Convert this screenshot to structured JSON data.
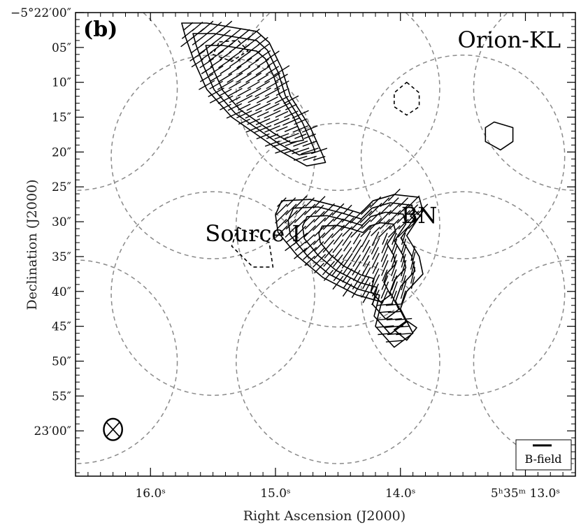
{
  "chart_data": {
    "type": "contour",
    "panel_label": "(b)",
    "xlabel": "Right Ascension (J2000)",
    "ylabel": "Declination (J2000)",
    "xlim": [
      16.6,
      12.6
    ],
    "ylim": [
      -1386.5,
      -1320
    ],
    "x_ticks": [
      {
        "value": 16.0,
        "label": "16.0ˢ"
      },
      {
        "value": 15.0,
        "label": "15.0ˢ"
      },
      {
        "value": 14.0,
        "label": "14.0ˢ"
      },
      {
        "value": 13.0,
        "label": "5ʰ35ᵐ 13.0ˢ"
      }
    ],
    "y_ticks": [
      {
        "value": -1320,
        "label": "−5°22′00″"
      },
      {
        "value": -1325,
        "label": "05″"
      },
      {
        "value": -1330,
        "label": "10″"
      },
      {
        "value": -1335,
        "label": "15″"
      },
      {
        "value": -1340,
        "label": "20″"
      },
      {
        "value": -1345,
        "label": "25″"
      },
      {
        "value": -1350,
        "label": "30″"
      },
      {
        "value": -1355,
        "label": "35″"
      },
      {
        "value": -1360,
        "label": "40″"
      },
      {
        "value": -1365,
        "label": "45″"
      },
      {
        "value": -1370,
        "label": "50″"
      },
      {
        "value": -1375,
        "label": "55″"
      },
      {
        "value": -1380,
        "label": "23′00″"
      }
    ],
    "annotations": [
      {
        "text": "Orion-KL",
        "x": 13.13,
        "y": -1323.9
      },
      {
        "text": "BN",
        "x": 13.85,
        "y": -1349.1
      },
      {
        "text": "Source I",
        "x": 15.18,
        "y": -1351.7
      }
    ],
    "legend": {
      "label": "B-field",
      "position": "bottom-right"
    },
    "pointings": [
      {
        "ra": 14.5,
        "dec": -1350.5,
        "radius": 14.6
      },
      {
        "ra": 13.5,
        "dec": -1340.7,
        "radius": 14.6
      },
      {
        "ra": 15.5,
        "dec": -1340.7,
        "radius": 14.6
      },
      {
        "ra": 13.5,
        "dec": -1360.3,
        "radius": 14.6
      },
      {
        "ra": 15.5,
        "dec": -1360.3,
        "radius": 14.6
      },
      {
        "ra": 14.5,
        "dec": -1330.9,
        "radius": 14.6
      },
      {
        "ra": 14.5,
        "dec": -1370.1,
        "radius": 14.6
      },
      {
        "ra": 12.6,
        "dec": -1330.9,
        "radius": 14.6
      },
      {
        "ra": 16.6,
        "dec": -1330.9,
        "radius": 14.6
      },
      {
        "ra": 12.6,
        "dec": -1370.1,
        "radius": 14.6
      },
      {
        "ra": 16.6,
        "dec": -1370.1,
        "radius": 14.6
      }
    ],
    "beam": {
      "ra": 16.3,
      "dec": -1379.8,
      "major_arcsec": 2.8,
      "minor_arcsec": 2.4
    },
    "source_polygons": {
      "northern_filament": [
        [
          15.75,
          -1321.5
        ],
        [
          15.55,
          -1321.5
        ],
        [
          15.15,
          -1322.7
        ],
        [
          15.05,
          -1324.3
        ],
        [
          14.95,
          -1328.0
        ],
        [
          14.88,
          -1332.0
        ],
        [
          14.72,
          -1336.5
        ],
        [
          14.62,
          -1340.5
        ],
        [
          14.6,
          -1341.5
        ],
        [
          14.75,
          -1342.0
        ],
        [
          14.95,
          -1340.0
        ],
        [
          15.15,
          -1337.5
        ],
        [
          15.35,
          -1335.0
        ],
        [
          15.55,
          -1331.0
        ],
        [
          15.65,
          -1327.0
        ],
        [
          15.72,
          -1323.5
        ]
      ],
      "bn_complex": [
        [
          14.95,
          -1347.0
        ],
        [
          14.72,
          -1346.8
        ],
        [
          14.5,
          -1347.8
        ],
        [
          14.32,
          -1348.8
        ],
        [
          14.22,
          -1347.0
        ],
        [
          14.05,
          -1346.1
        ],
        [
          13.85,
          -1346.5
        ],
        [
          13.82,
          -1348.5
        ],
        [
          13.95,
          -1352.0
        ],
        [
          13.85,
          -1355.0
        ],
        [
          13.82,
          -1357.5
        ],
        [
          13.95,
          -1360.0
        ],
        [
          14.0,
          -1362.5
        ],
        [
          13.9,
          -1366.0
        ],
        [
          14.05,
          -1368.0
        ],
        [
          14.2,
          -1365.0
        ],
        [
          14.15,
          -1361.5
        ],
        [
          14.35,
          -1360.5
        ],
        [
          14.62,
          -1358.0
        ],
        [
          14.82,
          -1355.0
        ],
        [
          14.98,
          -1351.5
        ],
        [
          15.0,
          -1349.0
        ]
      ],
      "source_i_negative": [
        [
          15.3,
          -1350.8
        ],
        [
          15.05,
          -1353.0
        ],
        [
          15.02,
          -1356.5
        ],
        [
          15.18,
          -1356.5
        ],
        [
          15.35,
          -1353.5
        ]
      ],
      "negative_blob_a": [
        [
          13.95,
          -1330.0
        ],
        [
          13.85,
          -1331.5
        ],
        [
          13.85,
          -1333.5
        ],
        [
          13.95,
          -1334.7
        ],
        [
          14.05,
          -1333.5
        ],
        [
          14.05,
          -1331.5
        ]
      ],
      "positive_blob_b": [
        [
          13.25,
          -1335.7
        ],
        [
          13.1,
          -1336.5
        ],
        [
          13.1,
          -1338.5
        ],
        [
          13.2,
          -1339.7
        ],
        [
          13.32,
          -1338.5
        ],
        [
          13.32,
          -1336.5
        ]
      ]
    }
  }
}
